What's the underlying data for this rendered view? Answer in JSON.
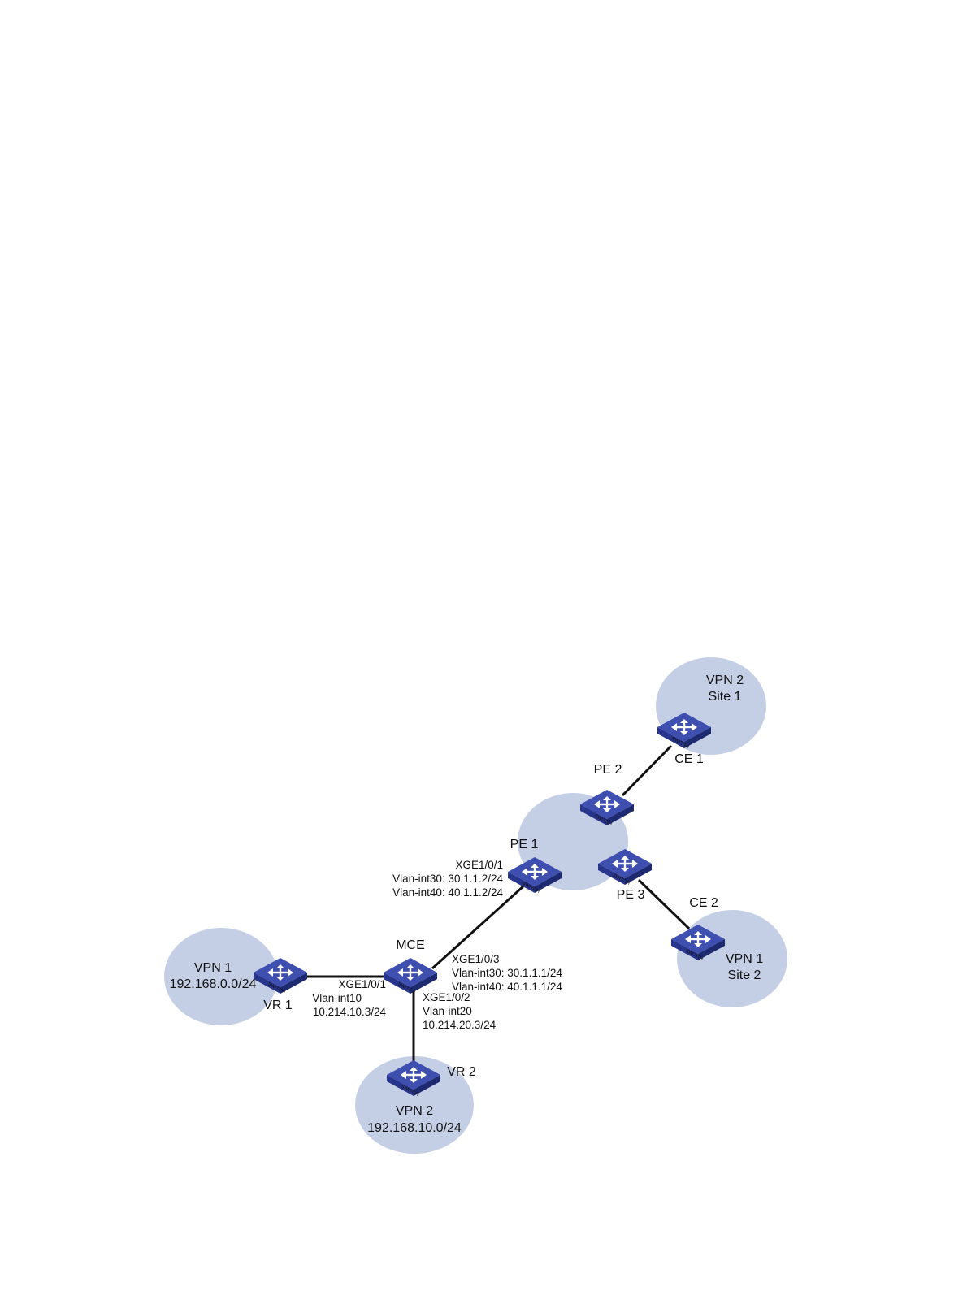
{
  "colors": {
    "cloud": "#c4cfe6",
    "link": "#111111",
    "switch_top": "#3e4fb0",
    "switch_front": "#28358c",
    "switch_side": "#1e2a70",
    "switch_arrow": "#ffffff"
  },
  "clouds": {
    "vpn1_site1": {
      "line1": "VPN 1",
      "line2": "192.168.0.0/24"
    },
    "vpn2_site": {
      "line1": "VPN 2",
      "line2": "192.168.10.0/24"
    },
    "vpn2_site1": {
      "line1": "VPN 2",
      "line2": "Site 1"
    },
    "vpn1_site2": {
      "line1": "VPN 1",
      "line2": "Site 2"
    }
  },
  "devices": {
    "vr1": "VR 1",
    "vr2": "VR 2",
    "mce": "MCE",
    "pe1": "PE 1",
    "pe2": "PE 2",
    "pe3": "PE 3",
    "ce1": "CE 1",
    "ce2": "CE 2",
    "switch_text": "SWITCH"
  },
  "interfaces": {
    "mce_vr1": [
      "XGE1/0/1",
      "Vlan-int10",
      "10.214.10.3/24"
    ],
    "mce_vr2": [
      "XGE1/0/2",
      "Vlan-int20",
      "10.214.20.3/24"
    ],
    "mce_pe1": [
      "XGE1/0/3",
      "Vlan-int30: 30.1.1.1/24",
      "Vlan-int40: 40.1.1.1/24"
    ],
    "pe1_mce": [
      "XGE1/0/1",
      "Vlan-int30: 30.1.1.2/24",
      "Vlan-int40: 40.1.1.2/24"
    ]
  }
}
